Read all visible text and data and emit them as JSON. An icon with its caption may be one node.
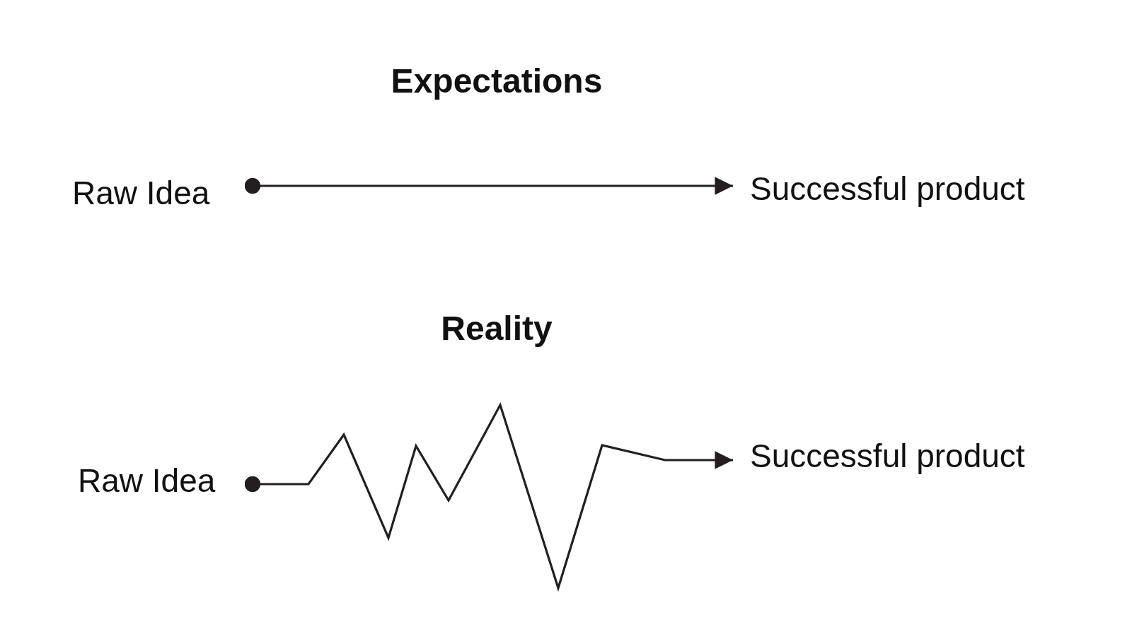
{
  "diagram": {
    "nodes": [
      {
        "text": [
          "Raw Idea"
        ]
      },
      {
        "text": [
          "Successful product"
        ]
      },
      {
        "text": [
          "Raw Idea"
        ]
      },
      {
        "text": [
          "Successful product"
        ]
      }
    ],
    "edges": [
      {
        "from": 0,
        "to": 1,
        "arrow": "to"
      },
      {
        "from": 2,
        "to": 3,
        "arrow": "to"
      }
    ],
    "labels": [
      "Expectations",
      "Reality"
    ]
  }
}
